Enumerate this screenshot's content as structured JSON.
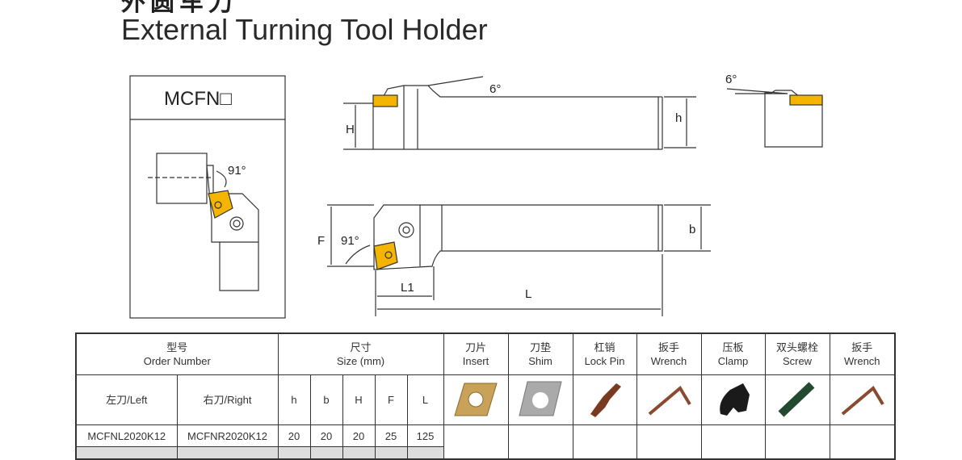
{
  "title_cn": "外圆车刀",
  "title": "External Turning Tool Holder",
  "model_box": {
    "label": "MCFN□",
    "angle": "91°"
  },
  "side_view": {
    "angle": "6°",
    "H": "H",
    "h": "h"
  },
  "end_view": {
    "angle": "6°"
  },
  "top_view": {
    "F": "F",
    "angle": "91°",
    "b": "b",
    "L1": "L1",
    "L": "L"
  },
  "table": {
    "headers": {
      "order": {
        "cn": "型号",
        "en": "Order Number"
      },
      "size": {
        "cn": "尺寸",
        "en": "Size  (mm)"
      },
      "parts": [
        {
          "cn": "刀片",
          "en": "Insert"
        },
        {
          "cn": "刀垫",
          "en": "Shim"
        },
        {
          "cn": "杠销",
          "en": "Lock Pin"
        },
        {
          "cn": "扳手",
          "en": "Wrench"
        },
        {
          "cn": "压板",
          "en": "Clamp"
        },
        {
          "cn": "双头螺栓",
          "en": "Screw"
        },
        {
          "cn": "扳手",
          "en": "Wrench"
        }
      ]
    },
    "sub": {
      "left": "左刀/Left",
      "right": "右刀/Right",
      "dims": [
        "h",
        "b",
        "H",
        "F",
        "L"
      ]
    },
    "rows": [
      {
        "left": "MCFNL2020K12",
        "right": "MCFNR2020K12",
        "h": "20",
        "b": "20",
        "H": "20",
        "F": "25",
        "L": "125"
      }
    ]
  }
}
